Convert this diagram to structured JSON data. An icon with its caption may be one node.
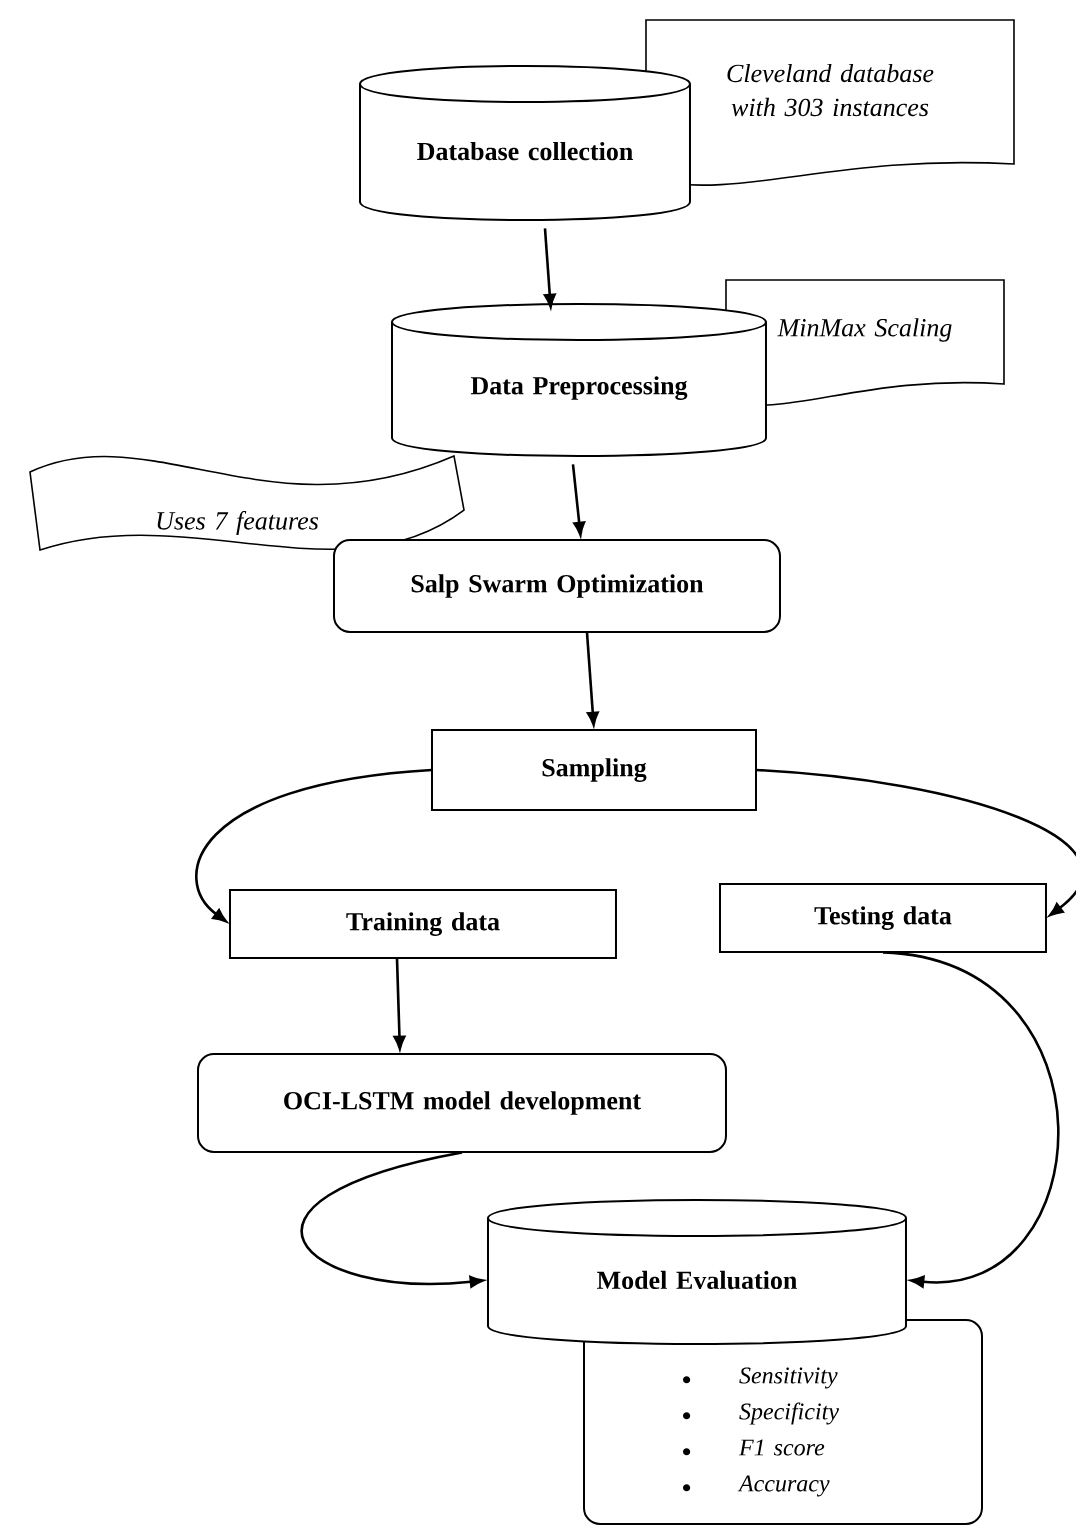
{
  "diagram": {
    "nodes": [
      {
        "text": [
          "Database collection"
        ]
      },
      {
        "text": [
          "Cleveland database with 303 instances"
        ]
      },
      {
        "text": [
          "Data Preprocessing"
        ]
      },
      {
        "text": [
          "MinMax Scaling"
        ]
      },
      {
        "text": [
          "Uses 7 features"
        ]
      },
      {
        "text": [
          "Salp Swarm Optimization"
        ]
      },
      {
        "text": [
          "Sampling"
        ]
      },
      {
        "text": [
          "Training data"
        ]
      },
      {
        "text": [
          "Testing data"
        ]
      },
      {
        "text": [
          "OCI-LSTM model development"
        ]
      },
      {
        "text": [
          "Model Evaluation"
        ]
      },
      {
        "text": [
          "Sensitivity",
          "Specificity",
          "F1 score",
          "Accuracy"
        ]
      }
    ],
    "edges": [
      {
        "from": 0,
        "to": 2,
        "arrow": "to"
      },
      {
        "from": 2,
        "to": 5,
        "arrow": "to"
      },
      {
        "from": 5,
        "to": 6,
        "arrow": "to"
      },
      {
        "from": 6,
        "to": 7,
        "arrow": "to"
      },
      {
        "from": 6,
        "to": 8,
        "arrow": "to"
      },
      {
        "from": 7,
        "to": 9,
        "arrow": "to"
      },
      {
        "from": 9,
        "to": 10,
        "arrow": "to"
      },
      {
        "from": 8,
        "to": 10,
        "arrow": "to"
      }
    ]
  }
}
